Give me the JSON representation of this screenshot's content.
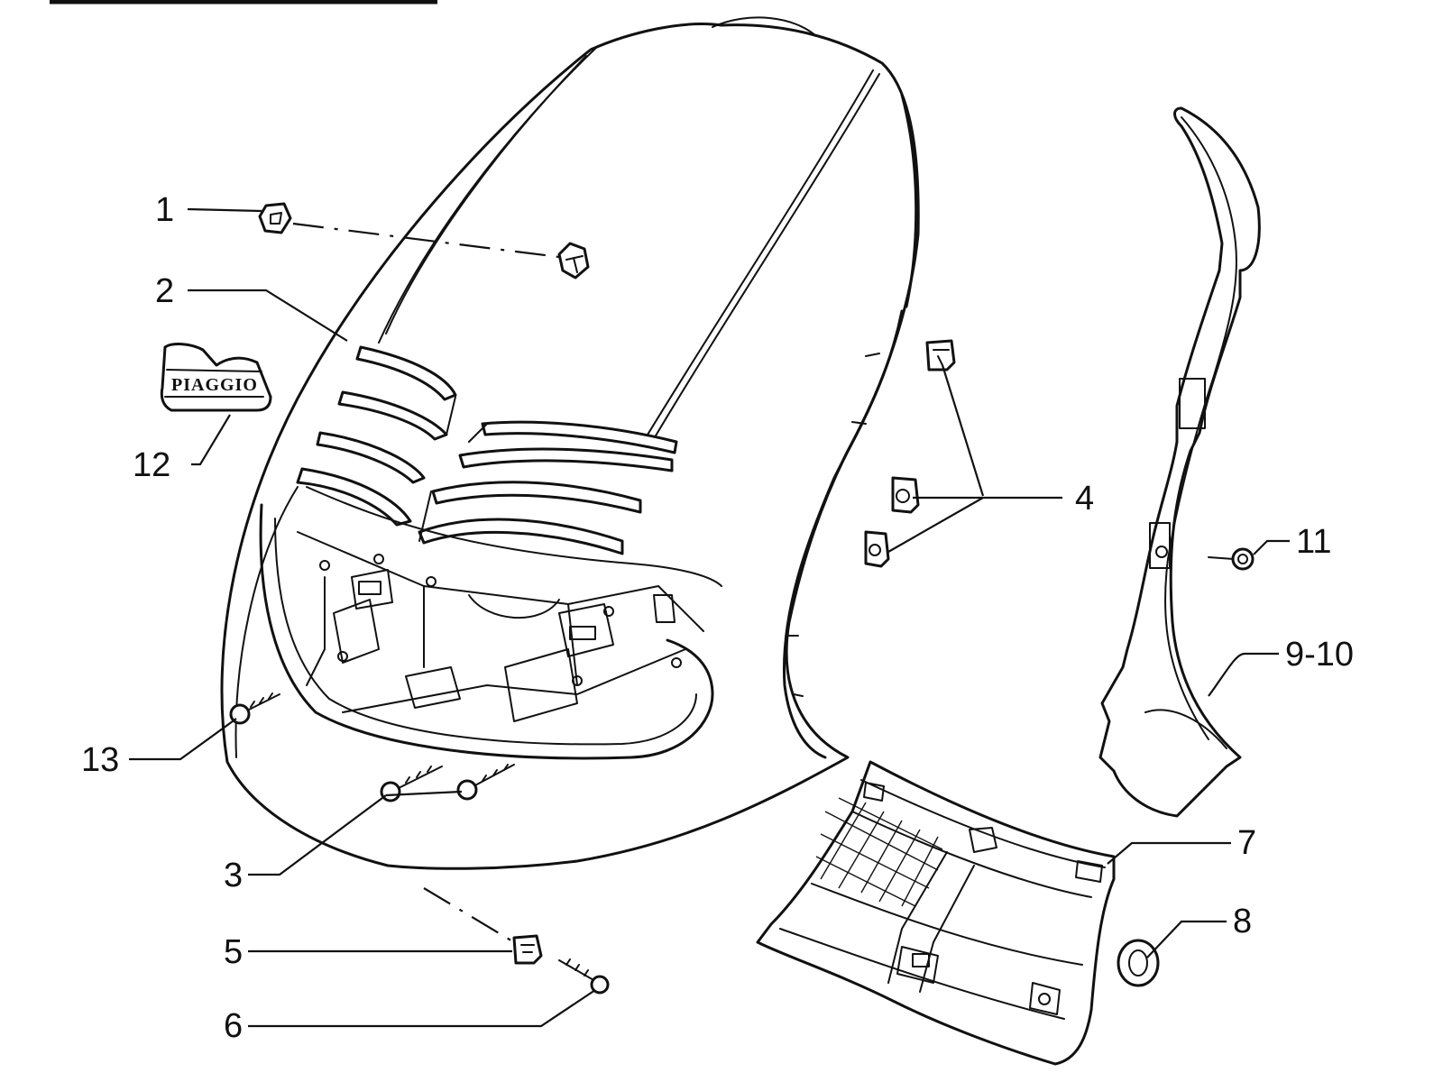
{
  "callouts": [
    {
      "id": "1",
      "label": "1"
    },
    {
      "id": "2",
      "label": "2"
    },
    {
      "id": "3",
      "label": "3"
    },
    {
      "id": "4",
      "label": "4"
    },
    {
      "id": "5",
      "label": "5"
    },
    {
      "id": "6",
      "label": "6"
    },
    {
      "id": "7",
      "label": "7"
    },
    {
      "id": "8",
      "label": "8"
    },
    {
      "id": "9-10",
      "label": "9-10"
    },
    {
      "id": "11",
      "label": "11"
    },
    {
      "id": "12",
      "label": "12"
    },
    {
      "id": "13",
      "label": "13"
    }
  ],
  "badge": {
    "brand": "PIAGGIO"
  },
  "colors": {
    "ink": "#111111",
    "paper": "#ffffff"
  }
}
